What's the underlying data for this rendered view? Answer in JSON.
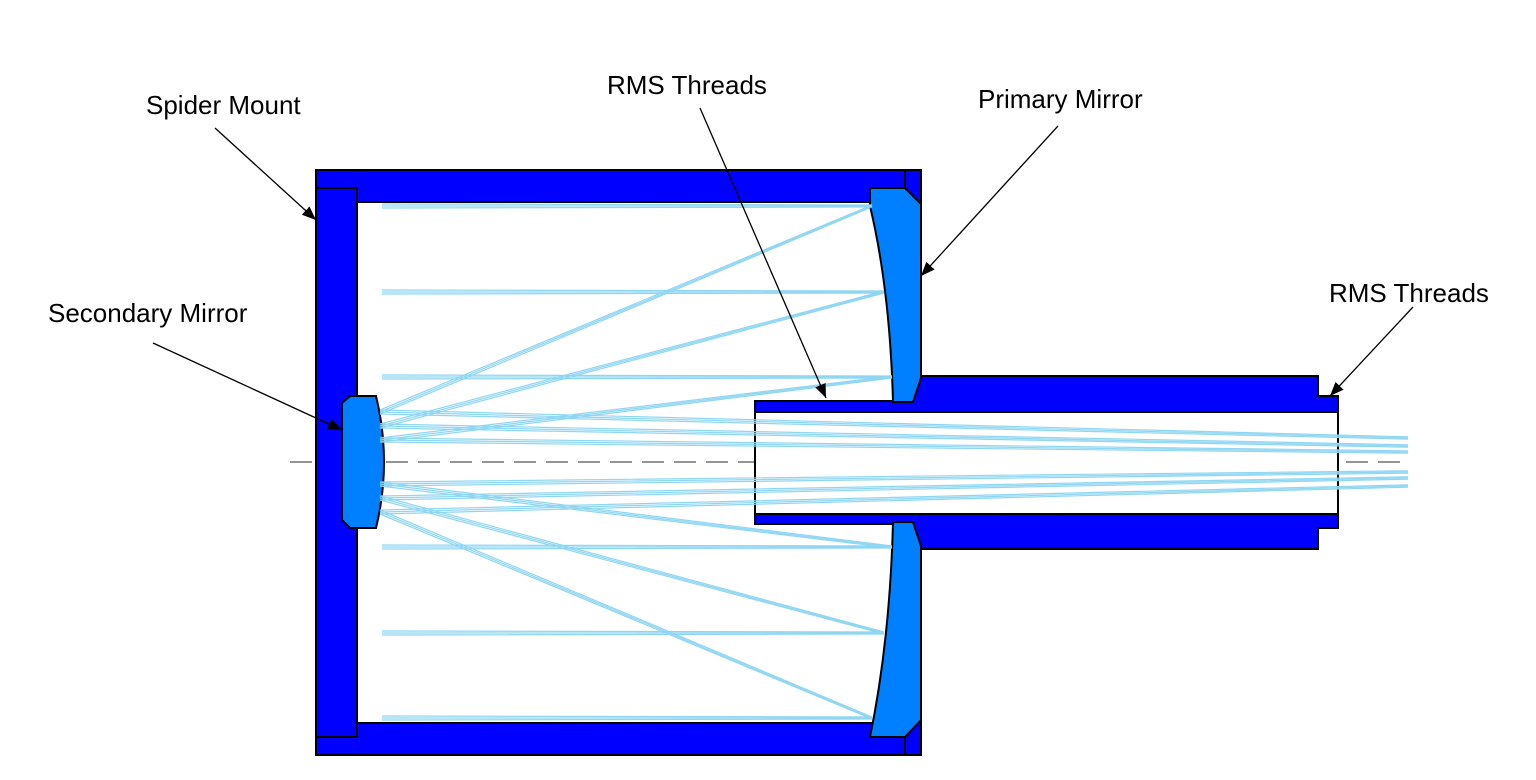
{
  "labels": {
    "spider_mount": "Spider Mount",
    "rms_threads_top": "RMS Threads",
    "primary_mirror": "Primary Mirror",
    "secondary_mirror": "Secondary Mirror",
    "rms_threads_right": "RMS Threads"
  },
  "colors": {
    "housing": "#0000ff",
    "mirror": "#0080ff",
    "ray": "#8fd6f2",
    "outline": "#000000",
    "axis": "#555555"
  }
}
